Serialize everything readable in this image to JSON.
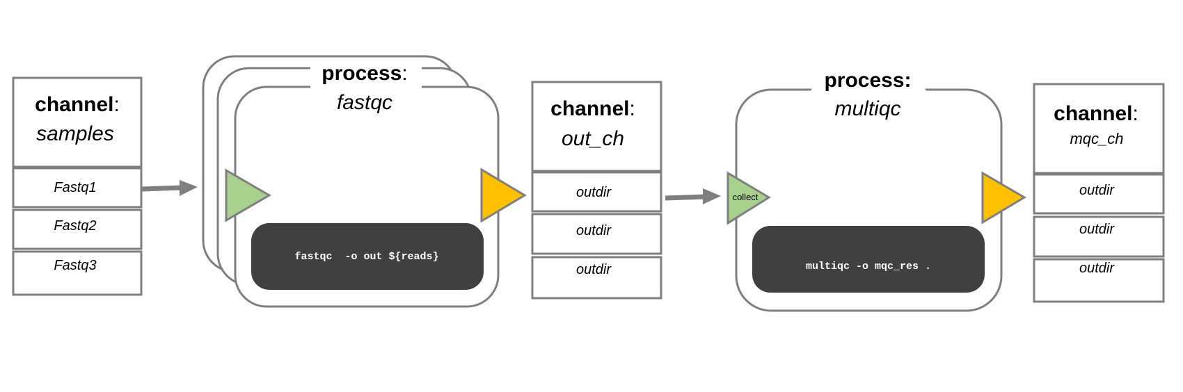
{
  "channels": {
    "samples": {
      "keyword": "channel",
      "colon": ":",
      "name": "samples",
      "items": [
        "Fastq1",
        "Fastq2",
        "Fastq3"
      ]
    },
    "out_ch": {
      "keyword": "channel",
      "colon": ":",
      "name": "out_ch",
      "items": [
        "outdir",
        "outdir",
        "outdir"
      ]
    },
    "mqc_ch": {
      "keyword": "channel",
      "colon": ":",
      "name": "mqc_ch",
      "items": [
        "outdir",
        "outdir",
        "outdir"
      ]
    }
  },
  "processes": {
    "fastqc": {
      "keyword": "process",
      "colon": ":",
      "name": "fastqc",
      "command": "fastqc  -o out ${reads}"
    },
    "multiqc": {
      "keyword": "process:",
      "name": "multiqc",
      "command": "multiqc -o mqc_res .",
      "input_label": "collect"
    }
  },
  "colors": {
    "border": "#7f7f7f",
    "input_port": "#a9d18e",
    "output_port": "#ffc000",
    "command_bg": "#404040",
    "command_text": "#ffffff"
  }
}
